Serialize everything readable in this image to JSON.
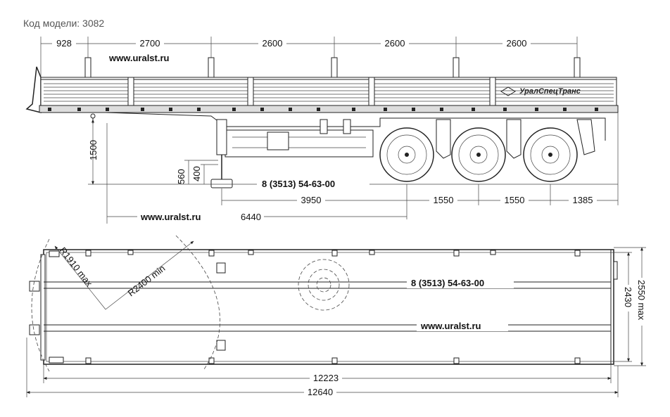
{
  "model_label": "Код модели: 3082",
  "side_view": {
    "top_dimensions": [
      "928",
      "2700",
      "2600",
      "2600",
      "2600"
    ],
    "website": "www.uralst.ru",
    "phone": "8 (3513) 54-63-00",
    "brand_logo": "УралСпецТранс",
    "vertical_dimensions": [
      "1500",
      "560",
      "400"
    ],
    "bottom_dimensions": [
      "3950",
      "1550",
      "1550",
      "1385"
    ],
    "overall_dimension": "6440",
    "website_bottom": "www.uralst.ru"
  },
  "plan_view": {
    "radius_front": "R1910 max",
    "radius_turn": "R2400 min",
    "phone": "8 (3513) 54-63-00",
    "website": "www.uralst.ru",
    "width_outer": "2550 max",
    "width_inner": "2430",
    "length_platform": "12223",
    "length_overall": "12640"
  }
}
